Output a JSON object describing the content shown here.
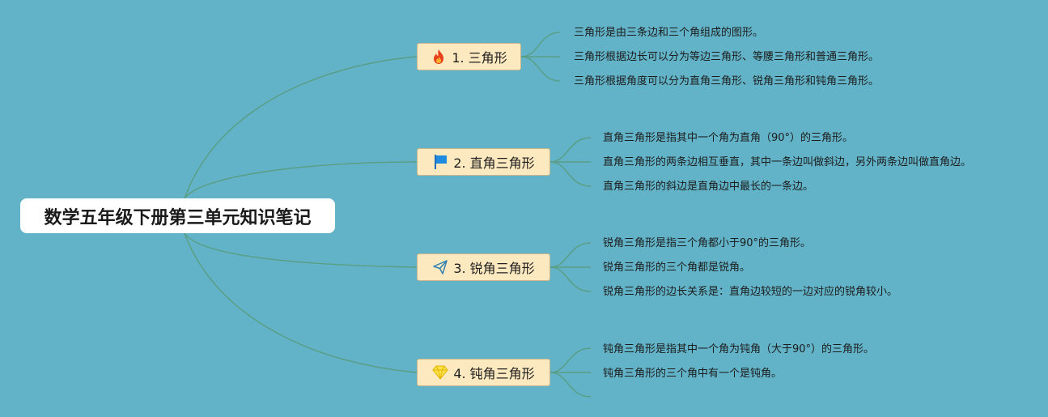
{
  "title": "数学五年级下册第三单元知识笔记",
  "colors": {
    "background": "#62b3c8",
    "line": "#5a9e86",
    "branch_fill": "#fce9bf",
    "branch_border": "#c9b68a"
  },
  "branches": [
    {
      "label": "1. 三角形",
      "icon": "fire-icon",
      "notes": [
        "三角形是由三条边和三个角组成的图形。",
        "三角形根据边长可以分为等边三角形、等腰三角形和普通三角形。",
        "三角形根据角度可以分为直角三角形、锐角三角形和钝角三角形。"
      ]
    },
    {
      "label": "2. 直角三角形",
      "icon": "flag-icon",
      "notes": [
        "直角三角形是指其中一个角为直角（90°）的三角形。",
        "直角三角形的两条边相互垂直，其中一条边叫做斜边，另外两条边叫做直角边。",
        "直角三角形的斜边是直角边中最长的一条边。"
      ]
    },
    {
      "label": "3. 锐角三角形",
      "icon": "paper-plane-icon",
      "notes": [
        "锐角三角形是指三个角都小于90°的三角形。",
        "锐角三角形的三个角都是锐角。",
        "锐角三角形的边长关系是：直角边较短的一边对应的锐角较小。"
      ]
    },
    {
      "label": "4. 钝角三角形",
      "icon": "diamond-icon",
      "notes": [
        "钝角三角形是指其中一个角为钝角（大于90°）的三角形。",
        "钝角三角形的三个角中有一个是钝角。",
        ""
      ]
    }
  ]
}
